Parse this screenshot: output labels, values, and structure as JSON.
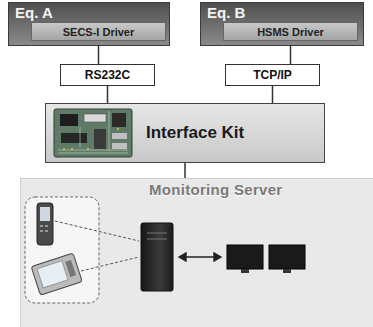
{
  "diagram": {
    "nodes": [
      {
        "text": [
          "Eq. A"
        ]
      },
      {
        "text": [
          "SECS-I Driver"
        ],
        "in": 0
      },
      {
        "text": [
          "Eq. B"
        ]
      },
      {
        "text": [
          "HSMS Driver"
        ],
        "in": 2
      },
      {
        "text": [
          "RS232C"
        ]
      },
      {
        "text": [
          "TCP/IP"
        ]
      },
      {
        "text": [
          "Interface Kit"
        ]
      },
      {
        "text": [
          "Monitoring Server"
        ]
      }
    ],
    "edges": [
      {
        "from": 1,
        "to": 4,
        "arrow": "none"
      },
      {
        "from": 3,
        "to": 5,
        "arrow": "none"
      },
      {
        "from": 4,
        "to": 6,
        "arrow": "none"
      },
      {
        "from": 5,
        "to": 6,
        "arrow": "none"
      },
      {
        "from": 6,
        "to": 7,
        "arrow": "none"
      }
    ]
  }
}
